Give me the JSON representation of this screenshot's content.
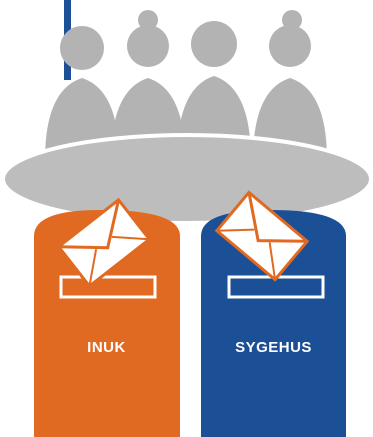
{
  "colors": {
    "people": "#b3b3b3",
    "table": "#bdbdbd",
    "table_edge": "#ffffff",
    "box_left": "#e06a22",
    "box_right": "#1b4f96",
    "envelope_fill": "#ffffff",
    "envelope_stroke": "#e06a22",
    "slot_stroke": "#ffffff",
    "label_text": "#ffffff",
    "accent_bar": "#1b4f96"
  },
  "icons": {
    "people": "group-of-people-icon",
    "table": "round-table-icon",
    "envelope": "envelope-icon",
    "slot": "mail-slot-icon"
  },
  "boxes": [
    {
      "label": "INUK",
      "color_key": "box_left"
    },
    {
      "label": "SYGEHUS",
      "color_key": "box_right"
    }
  ]
}
